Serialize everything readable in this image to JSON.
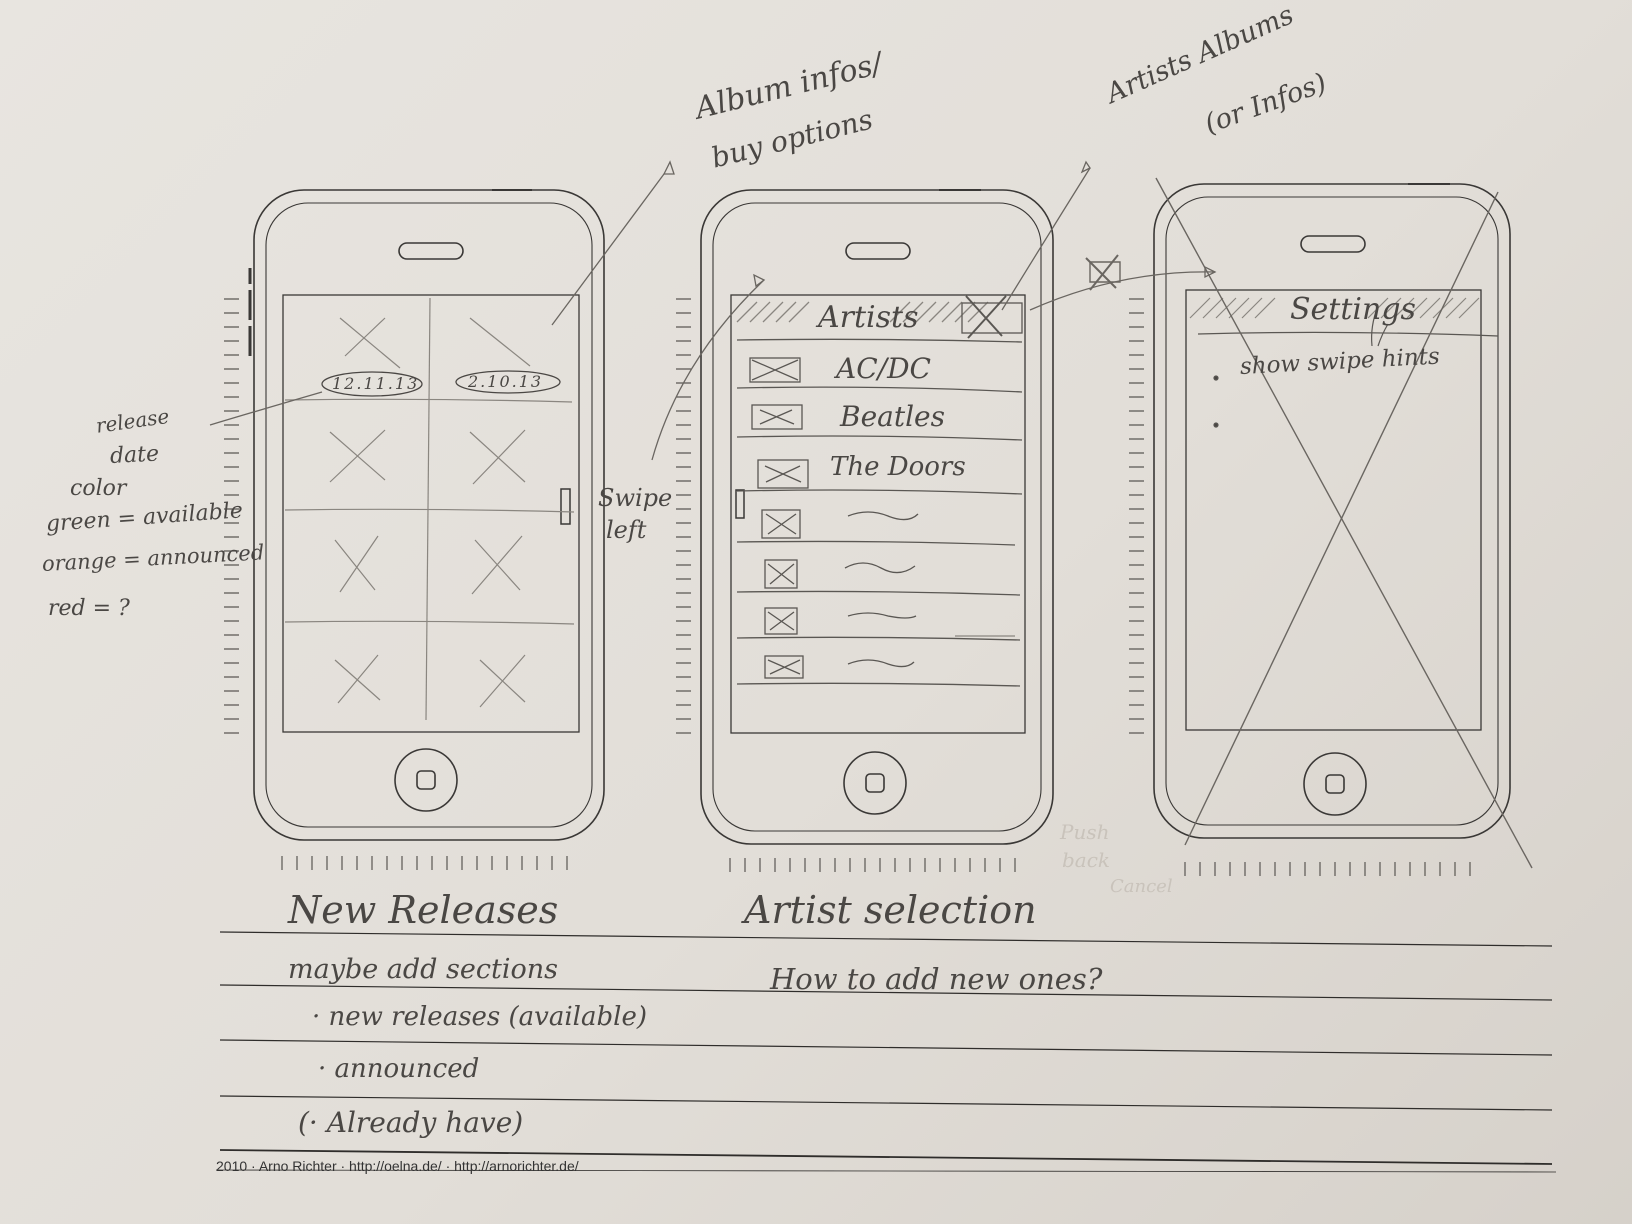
{
  "annotations": {
    "album_infos": "Album infos/",
    "buy_options": "buy options",
    "artists_albums": "Artists Albums",
    "or_infos": "(or Infos)",
    "release_date_color": [
      "release",
      "date",
      "color"
    ],
    "green_available": "green = available",
    "orange_announced": "orange = announced",
    "red_unknown": "red = ?",
    "swipe_left": [
      "Swipe",
      "left"
    ],
    "push_back": [
      "Push",
      "back",
      "Cancel"
    ]
  },
  "screen_new_releases": {
    "dates": [
      "12.11.13",
      "2.10.13"
    ]
  },
  "screen_artists": {
    "header": "Artists",
    "rows": [
      "AC/DC",
      "Beatles",
      "The Doors",
      "",
      "",
      "",
      ""
    ]
  },
  "screen_settings": {
    "header": "Settings",
    "items": [
      "show swipe hints",
      ""
    ]
  },
  "notes": {
    "new_releases_title": "New Releases",
    "maybe_add_sections": "maybe add sections",
    "bullet_new_releases": "· new releases (available)",
    "bullet_announced": "· announced",
    "bullet_already_have": "(· Already have)",
    "artist_selection_title": "Artist selection",
    "how_to_add": "How to add new ones?"
  },
  "footer": {
    "credit": "2010 · Arno Richter · http://oelna.de/ · http://arnorichter.de/"
  }
}
